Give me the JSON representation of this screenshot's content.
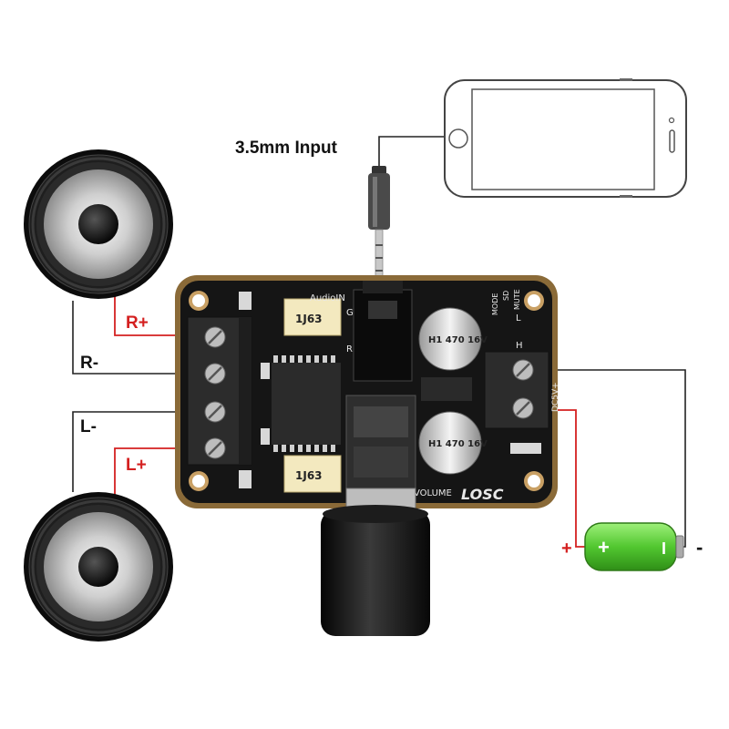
{
  "labels": {
    "input": "3.5mm Input",
    "r_plus": "R+",
    "r_minus": "R-",
    "l_minus": "L-",
    "l_plus": "L+",
    "bat_plus": "+",
    "bat_minus": "-"
  },
  "board": {
    "audio_in": "AudioIN",
    "g": "G",
    "r": "R",
    "mode": "MODE",
    "sd": "SD",
    "mute": "MUTE",
    "l": "L",
    "h": "H",
    "dc": "DC5V+",
    "volume": "VOLUME",
    "brand": "LOSC",
    "chip_top": "1J63",
    "chip_bottom": "1J63",
    "cap_top": "H1 470 16V",
    "cap_bottom": "H1 470 16V"
  },
  "battery": {
    "plus_mark": "+",
    "minus_mark": "I"
  },
  "colors": {
    "red_wire": "#d42020",
    "black_wire": "#222222",
    "label_red": "#d42020",
    "pcb": "#151515",
    "pcb_edge": "#8a6a38",
    "battery": "#5fd23a",
    "terminal": "#2c2c2c"
  },
  "icons": [
    "speaker-icon",
    "phone-icon",
    "battery-icon",
    "audio-jack-icon",
    "volume-knob-icon"
  ]
}
